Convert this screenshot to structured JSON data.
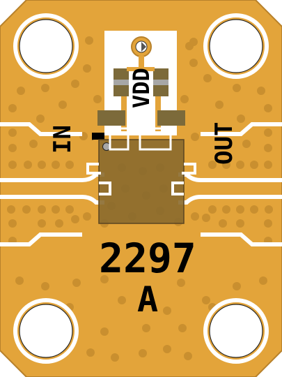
{
  "board": {
    "labels": {
      "vdd": "VDD",
      "input": "IN",
      "output": "OUT",
      "part_number": "2297",
      "revision": "A"
    },
    "colors": {
      "copper": "#e3a43a",
      "copper_outline": "#b7812b",
      "via": "#c98f2f",
      "slot": "#ffffff",
      "chip_body": "#8a6a2e",
      "chip_outline": "#5a4420",
      "pad_dark": "#7c6a3a",
      "pad_gray": "#a7a7a7",
      "silkscreen": "#000000"
    }
  }
}
